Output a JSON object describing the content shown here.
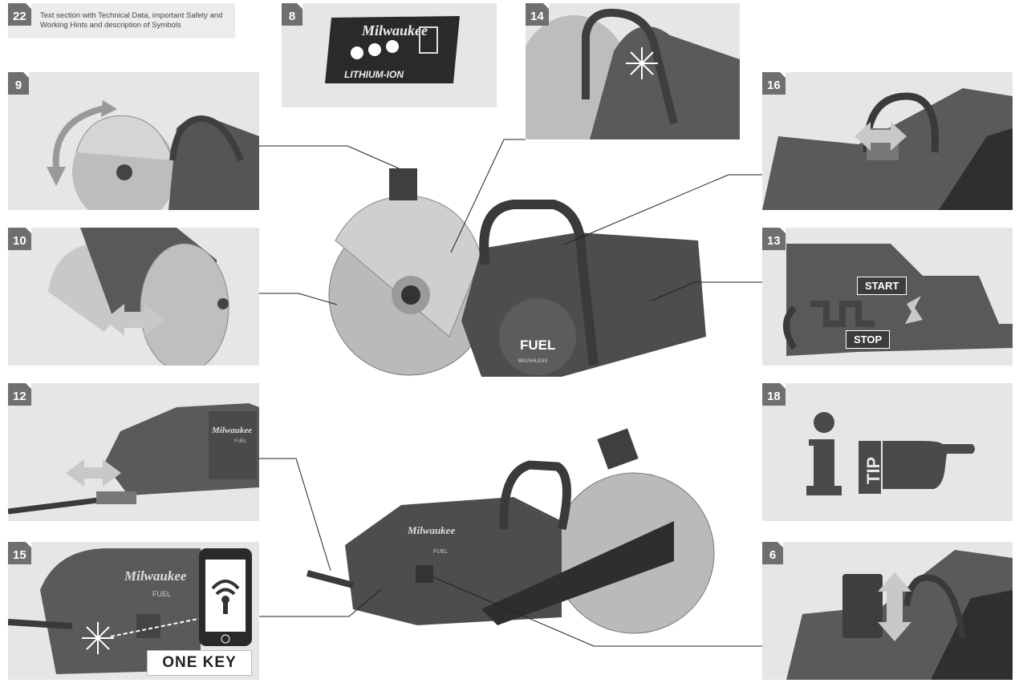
{
  "sections": {
    "s22": {
      "num": "22",
      "text": "Text section with Technical Data, important Safety and Working Hints and description of Symbols"
    },
    "s8": {
      "num": "8",
      "brand": "Milwaukee",
      "battery_label": "LITHIUM-ION"
    },
    "s14": {
      "num": "14"
    },
    "s9": {
      "num": "9"
    },
    "s16": {
      "num": "16"
    },
    "s10": {
      "num": "10"
    },
    "s13": {
      "num": "13",
      "start_label": "START",
      "stop_label": "STOP"
    },
    "s12": {
      "num": "12",
      "brand": "Milwaukee",
      "fuel": "FUEL"
    },
    "s18": {
      "num": "18",
      "tip_label": "TIP"
    },
    "s15": {
      "num": "15",
      "brand": "Milwaukee",
      "fuel": "FUEL",
      "onekey_label": "ONE KEY"
    },
    "s6": {
      "num": "6"
    }
  },
  "main": {
    "fuel_logo": "FUEL",
    "brushless": "BRUSHLESS",
    "brand": "Milwaukee",
    "fuel_small": "FUEL"
  },
  "colors": {
    "panel_bg": "#e6e6e6",
    "number_bg": "#6f6f6f",
    "tool_dark": "#4a4a4a"
  }
}
